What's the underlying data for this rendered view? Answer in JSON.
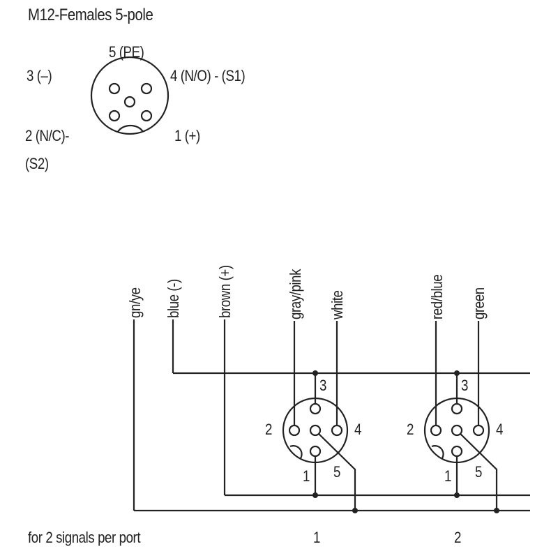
{
  "title": "M12-Females  5-pole",
  "pinout": {
    "pin5": "5 (PE)",
    "pin3": "3 (–)",
    "pin4": "4  (N/O) - (S1)",
    "pin2_line1": "2  (N/C)-",
    "pin2_line2": "(S2)",
    "pin1": "1 (+)"
  },
  "wires": {
    "gnye": "gn/ye",
    "blue": "blue  (-)",
    "brown": "brown  (+)",
    "graypink": "gray/pink",
    "white": "white",
    "redblue": "red/blue",
    "green": "green"
  },
  "connectors": [
    {
      "pins": {
        "p1": "1",
        "p2": "2",
        "p3": "3",
        "p4": "4",
        "p5": "5"
      },
      "port": "1"
    },
    {
      "pins": {
        "p1": "1",
        "p2": "2",
        "p3": "3",
        "p4": "4",
        "p5": "5"
      },
      "port": "2"
    }
  ],
  "footer": "for 2 signals per port"
}
